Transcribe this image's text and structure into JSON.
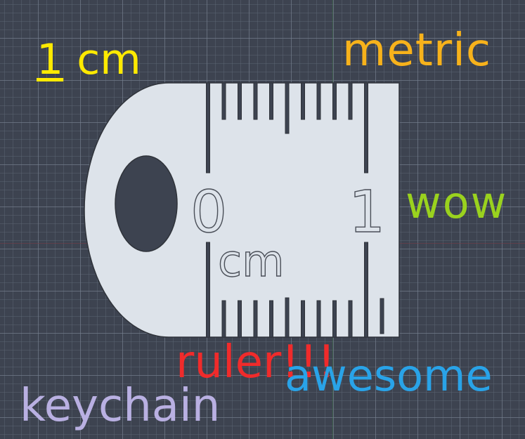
{
  "labels": {
    "scale_number": "1",
    "scale_unit": " cm",
    "metric": "metric",
    "wow": "wow",
    "ruler": "ruler!!!",
    "awesome": "awesome",
    "keychain": "keychain"
  },
  "keychain_ruler": {
    "zero_label": "0",
    "one_label": "1",
    "unit_label": "cm"
  },
  "colors": {
    "scale": "#ffea00",
    "metric": "#f7b21b",
    "wow": "#9ad21e",
    "ruler": "#f02b2b",
    "awesome": "#29a3e8",
    "keychain": "#b9b0e2",
    "ruler_fill": "#dde3ea"
  }
}
